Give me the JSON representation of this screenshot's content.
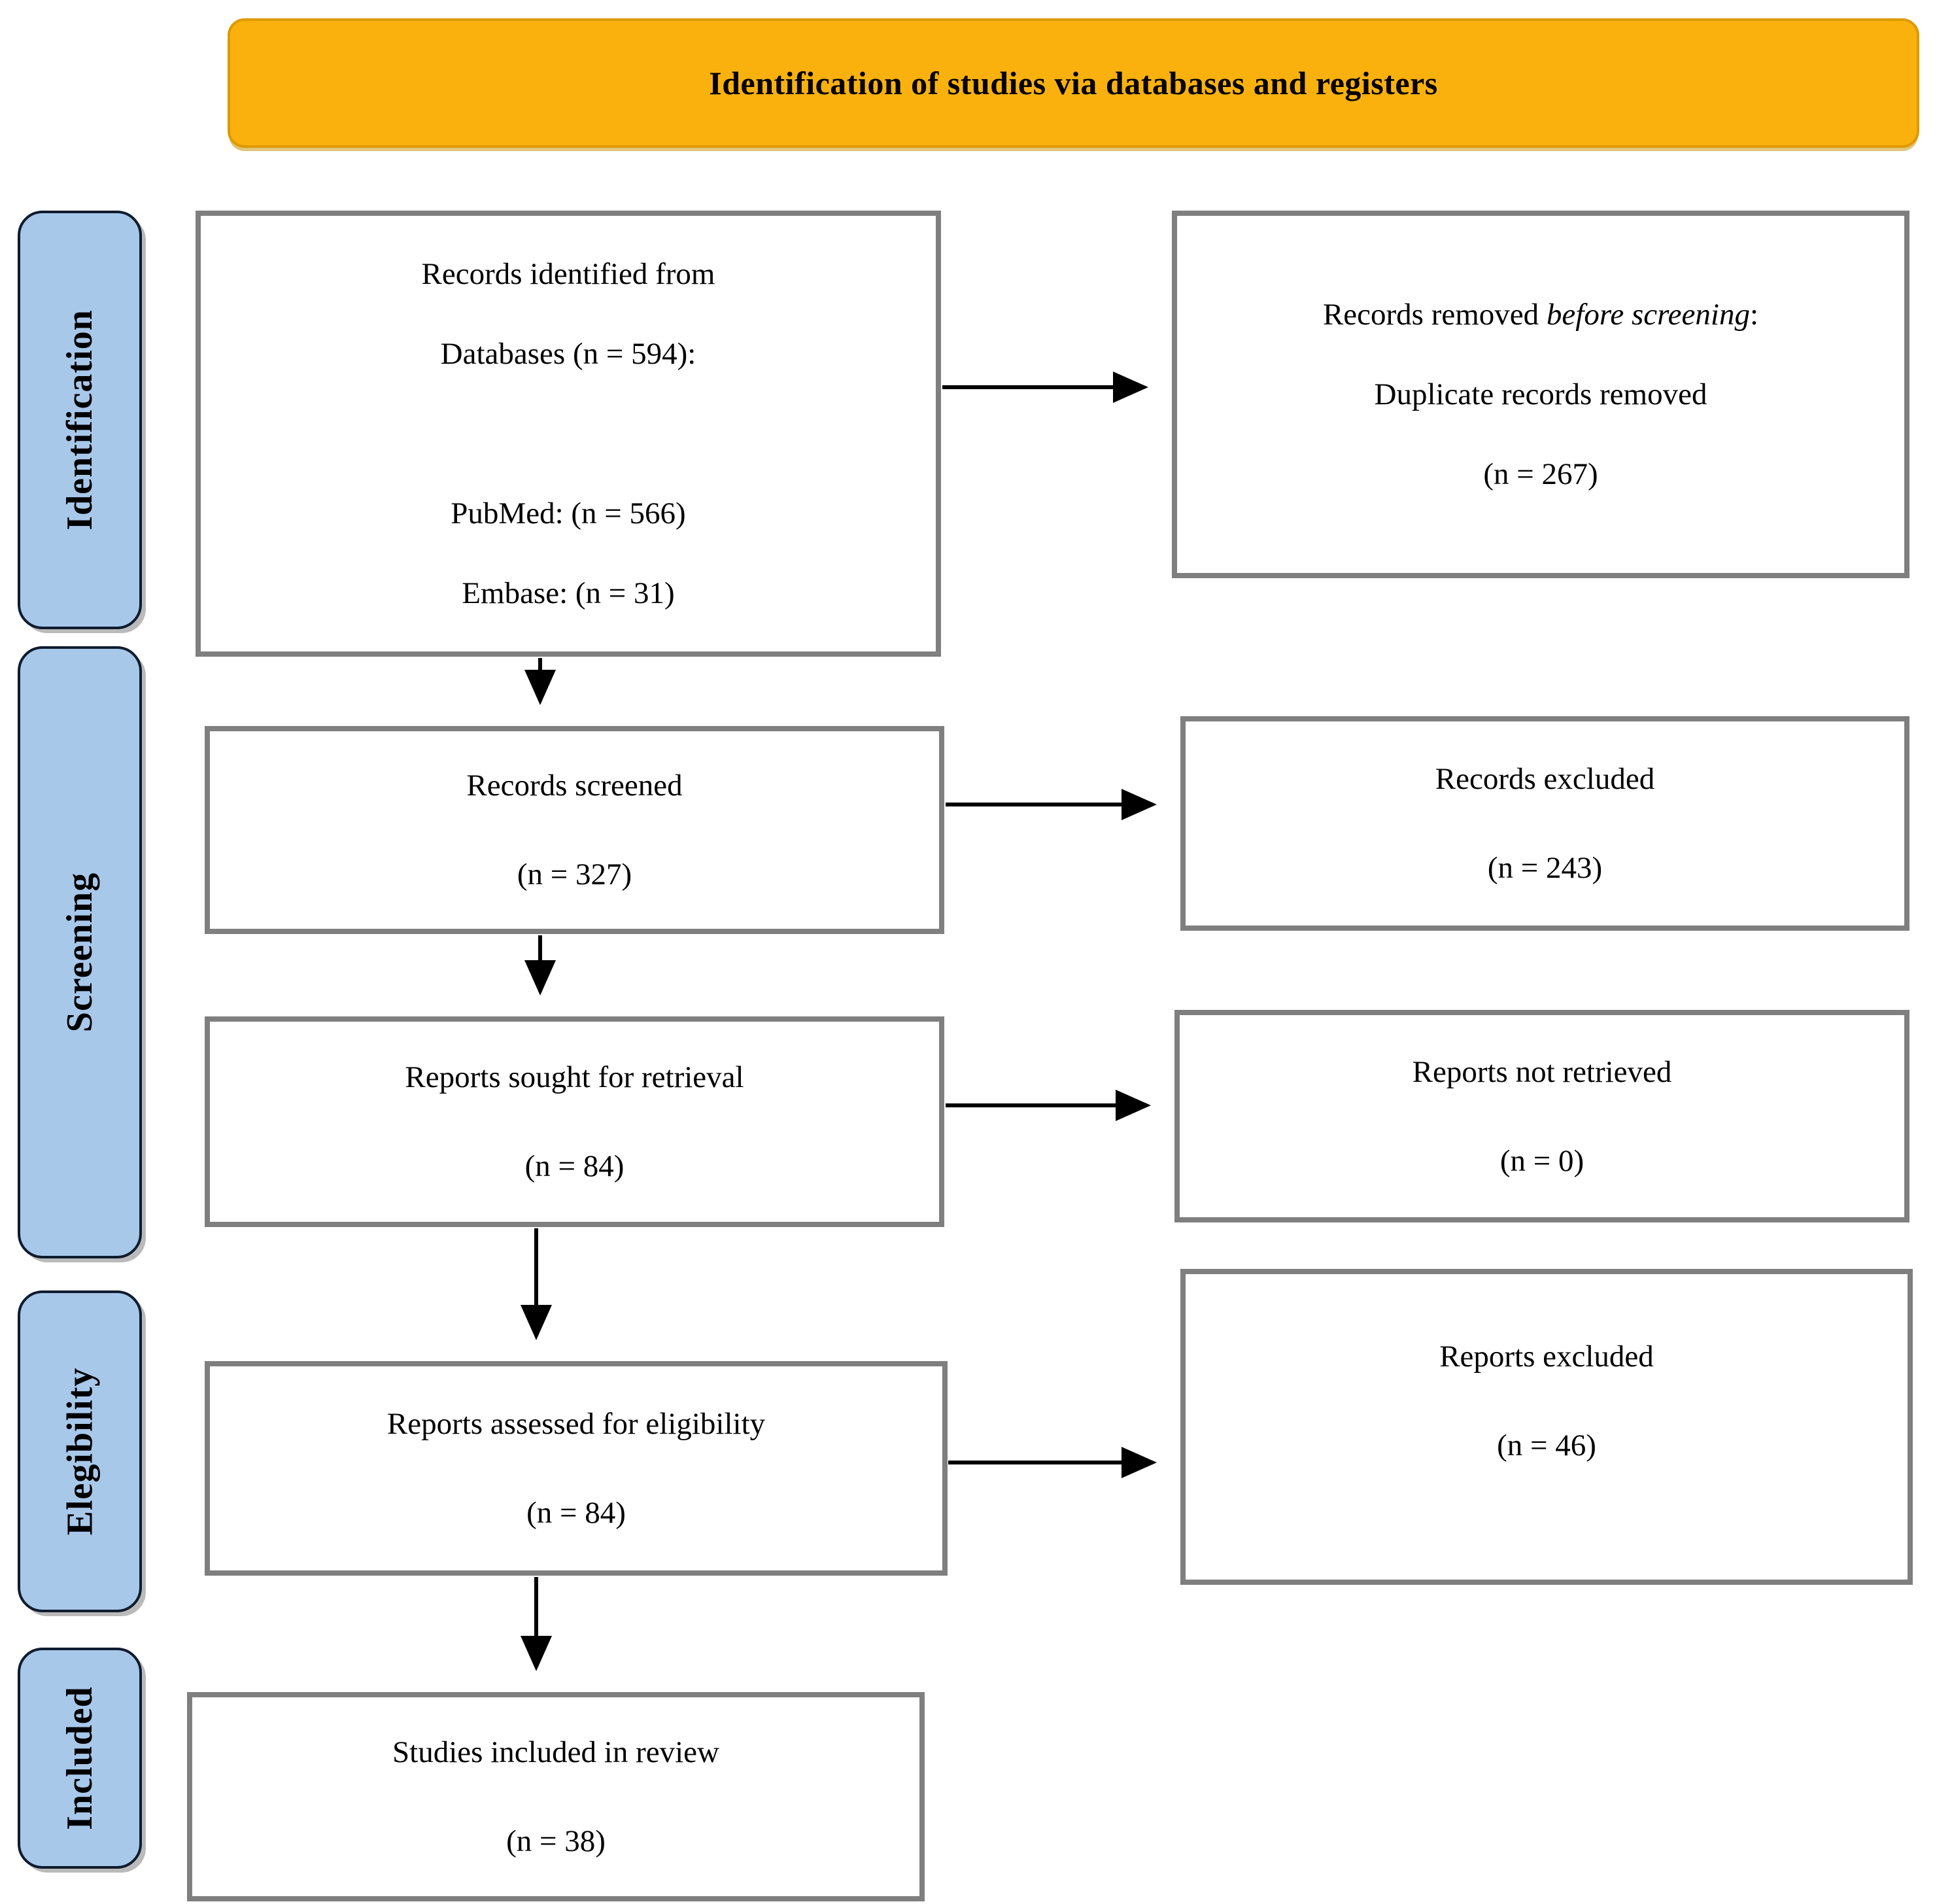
{
  "banner": {
    "title": "Identification of studies via databases and registers"
  },
  "stages": [
    {
      "label": "Identification"
    },
    {
      "label": "Screening"
    },
    {
      "label": "Elegibility"
    },
    {
      "label": "Included"
    }
  ],
  "flow_boxes": {
    "records_identified": {
      "lines": [
        "Records identified from",
        "Databases (n = 594):",
        "",
        "PubMed: (n = 566)",
        "Embase: (n = 31)"
      ]
    },
    "records_screened": {
      "lines": [
        "Records screened",
        "(n = 327)"
      ]
    },
    "reports_sought": {
      "lines": [
        "Reports sought for retrieval",
        "(n = 84)"
      ]
    },
    "reports_assessed": {
      "lines": [
        "Reports assessed for eligibility",
        "(n = 84)"
      ]
    },
    "studies_included": {
      "lines": [
        "Studies included in review",
        "(n = 38)"
      ]
    }
  },
  "exclusion_boxes": {
    "records_removed": {
      "line1_prefix": "Records removed ",
      "line1_italic": "before screening",
      "line1_suffix": ":",
      "line2": "Duplicate records removed",
      "line3": "(n = 267)"
    },
    "records_excluded": {
      "lines": [
        "Records excluded",
        "(n = 243)"
      ]
    },
    "reports_not_retrieved": {
      "lines": [
        "Reports not retrieved",
        "(n = 0)"
      ]
    },
    "reports_excluded": {
      "lines": [
        "Reports excluded",
        "(n = 46)"
      ]
    }
  },
  "colors": {
    "banner_bg": "#FBB10D",
    "banner_border": "#DD9A00",
    "stage_fill": "#A8C8EA",
    "stage_border": "#0F1C2E",
    "box_border": "#7F7F7F",
    "arrow": "#000000",
    "text": "#000000"
  }
}
